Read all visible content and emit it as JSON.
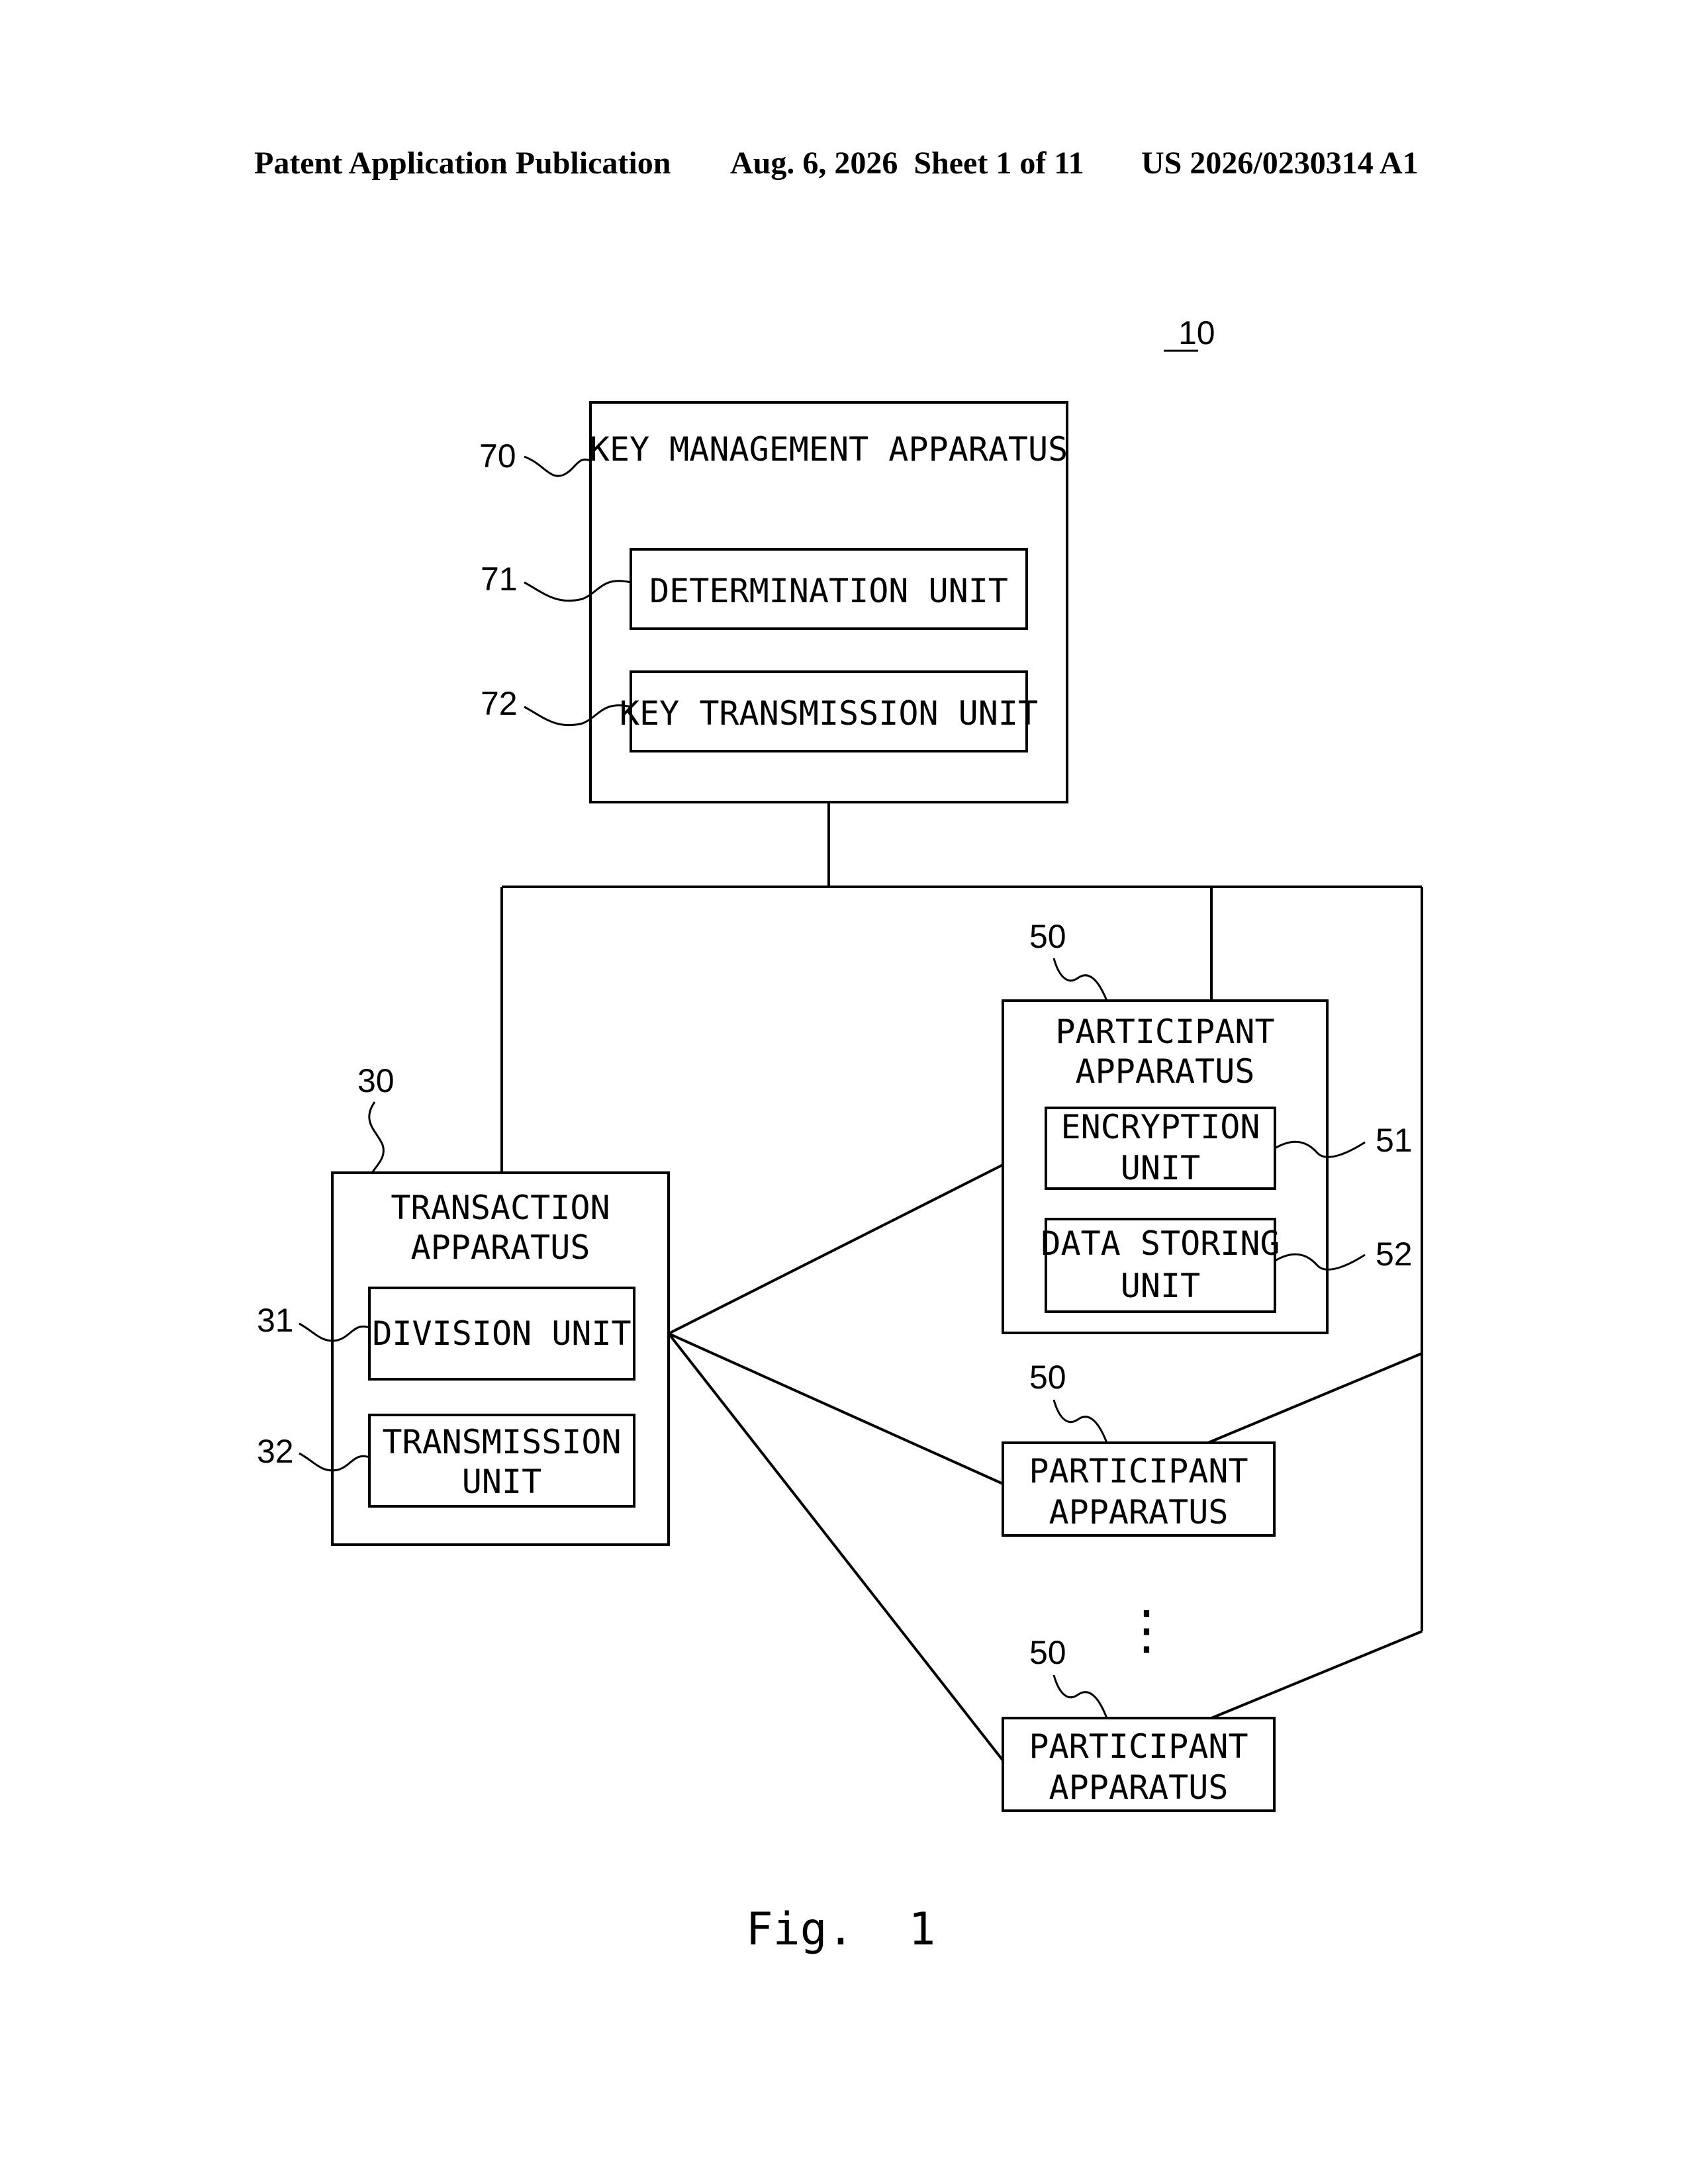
{
  "header": {
    "publication": "Patent Application Publication",
    "date_sheet": "Aug. 6, 2026  Sheet 1 of 11",
    "number": "US 2026/0230314 A1"
  },
  "figure": {
    "ref_system": "10",
    "caption": "Fig.  1"
  },
  "key_management": {
    "ref": "70",
    "title": "KEY MANAGEMENT APPARATUS",
    "determination": {
      "ref": "71",
      "label": "DETERMINATION UNIT"
    },
    "key_transmission": {
      "ref": "72",
      "label": "KEY TRANSMISSION UNIT"
    }
  },
  "transaction": {
    "ref": "30",
    "title_line1": "TRANSACTION",
    "title_line2": "APPARATUS",
    "division": {
      "ref": "31",
      "label": "DIVISION UNIT"
    },
    "transmission": {
      "ref": "32",
      "line1": "TRANSMISSION",
      "line2": "UNIT"
    }
  },
  "participants": [
    {
      "ref": "50",
      "line1": "PARTICIPANT",
      "line2": "APPARATUS",
      "encryption": {
        "ref": "51",
        "line1": "ENCRYPTION",
        "line2": "UNIT"
      },
      "data_storing": {
        "ref": "52",
        "line1": "DATA STORING",
        "line2": "UNIT"
      }
    },
    {
      "ref": "50",
      "line1": "PARTICIPANT",
      "line2": "APPARATUS"
    },
    {
      "ref": "50",
      "line1": "PARTICIPANT",
      "line2": "APPARATUS"
    }
  ],
  "ellipsis": "⋮"
}
